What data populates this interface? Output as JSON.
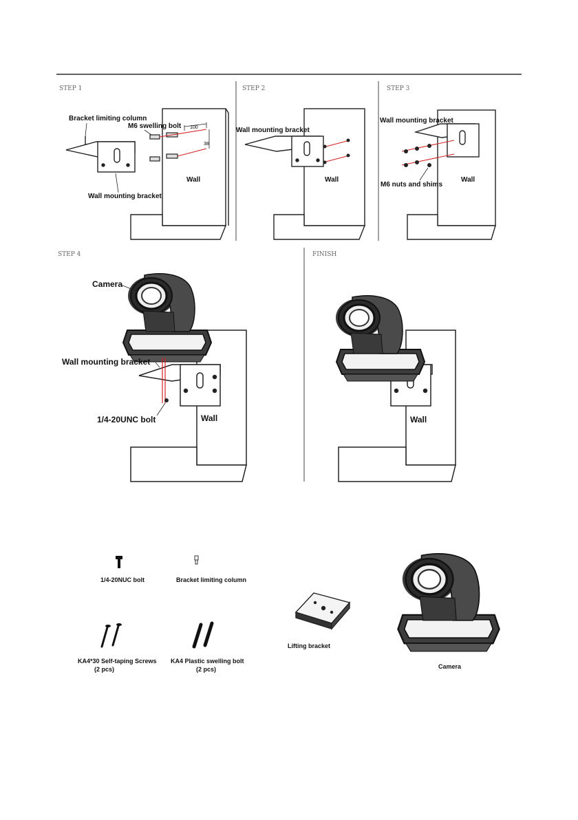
{
  "steps": [
    {
      "label": "STEP 1",
      "annotations": {
        "limit_column": "Bracket limiting column",
        "swelling_bolt": "M6 swelling bolt",
        "dim_h": "100",
        "dim_v": "38",
        "wall": "Wall",
        "bracket": "Wall mounting bracket"
      }
    },
    {
      "label": "STEP 2",
      "annotations": {
        "bracket": "Wall mounting bracket",
        "wall": "Wall"
      }
    },
    {
      "label": "STEP 3",
      "annotations": {
        "bracket": "Wall mounting bracket",
        "nuts": "M6 nuts and shims",
        "wall": "Wall"
      }
    },
    {
      "label": "STEP 4",
      "annotations": {
        "camera": "Camera",
        "bracket": "Wall mounting bracket",
        "bolt": "1/4-20UNC bolt",
        "wall": "Wall"
      }
    },
    {
      "label": "FINISH",
      "annotations": {
        "wall": "Wall"
      }
    }
  ],
  "parts": [
    {
      "label": "1/4-20NUC bolt",
      "icon": "bolt-icon"
    },
    {
      "label": "Bracket limiting column",
      "icon": "column-icon"
    },
    {
      "label": "KA4*30 Self-taping Screws",
      "qty": "(2 pcs)",
      "icon": "screw-icon"
    },
    {
      "label": "KA4 Plastic swelling bolt",
      "qty": "(2 pcs)",
      "icon": "anchor-icon"
    },
    {
      "label": "Lifting bracket",
      "icon": "lifting-bracket-icon"
    },
    {
      "label": "Camera",
      "icon": "camera-icon"
    }
  ],
  "colors": {
    "line": "#222222",
    "bolt_line": "#d42020",
    "rule": "#000000",
    "divider": "#444444"
  }
}
